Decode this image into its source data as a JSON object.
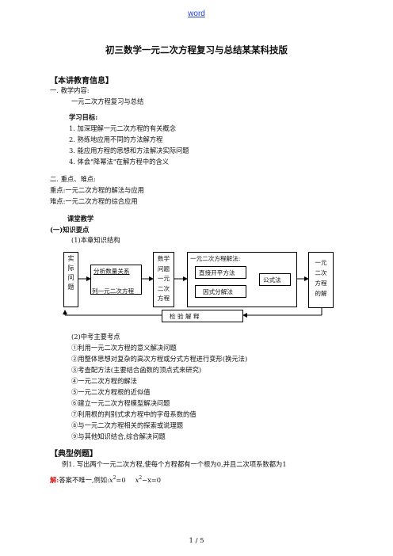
{
  "header": {
    "link_text": "word"
  },
  "title": "初三数学一元二次方程复习与总结某某科技版",
  "info_heading": "【本讲教育信息】",
  "section1": {
    "heading": "一. 教学内容:",
    "content": "一元二次方程复习与总结"
  },
  "goals": {
    "heading": "学习目标:",
    "items": [
      "1. 加深理解一元二次方程的有关概念",
      "2. 熟练地应用不同的方法解方程",
      "3. 能应用方程的思想和方法解决实际问题",
      "4. 体会\"降幂法\"在解方程中的含义"
    ]
  },
  "section2": {
    "heading": "二. 重点、难点:",
    "key": "重点:一元二次方程的解法与应用",
    "difficult": "难点:一元二次方程的综合应用"
  },
  "classroom": {
    "heading": "课堂教学",
    "sub_heading": "(一)知识要点",
    "item1": "(1)本章知识结构"
  },
  "diagram": {
    "col1": [
      "实",
      "际",
      "问",
      "题"
    ],
    "analysis": "分析数量关系",
    "list_eq": "列一元二次方程",
    "col3": [
      "数学",
      "问题",
      "一元",
      "二次",
      "方程"
    ],
    "method_title": "一元二次方程解法:",
    "direct_sqrt": "直接开平方法",
    "factor": "因式分解法",
    "formula": "公式法",
    "col5": [
      "一元",
      "二次",
      "方程",
      "的解"
    ],
    "check": "检  验  解  释"
  },
  "exam_points": {
    "heading": "(2)中考主要考点",
    "items": [
      "①利用一元二次方程的意义解决问题",
      "②用整体思想对复杂的高次方程或分式方程进行变形(换元法)",
      "③考查配方法(主要结合函数的顶点式来研究)",
      "④一元二次方程的解法",
      "⑤一元二次方程根的近似值",
      "⑥建立一元二次方程模型解决问题",
      "⑦利用根的判别式求方程中的字母系数的值",
      "⑧与一元二次方程相关的探索或说理题",
      "⑨与其他知识结合,综合解决问题"
    ]
  },
  "examples": {
    "heading": "【典型例题】",
    "ex1": "例1. 写出两个一元二次方程,使每个方程都有一个根为0,并且二次项系数都为1",
    "sol_label": "解:",
    "sol_text": "答案不唯一,例如:",
    "eq1_a": "x",
    "eq1_b": "=0",
    "eq2_a": "x",
    "eq2_b": "−x=0",
    "exp": "2"
  },
  "footer": {
    "page": "1  /  5"
  }
}
